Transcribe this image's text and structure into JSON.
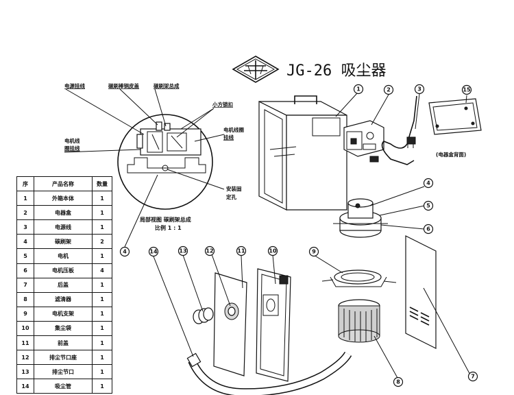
{
  "title": "JG-26 吸尘器",
  "callouts": [
    "1",
    "2",
    "3",
    "4",
    "5",
    "6",
    "7",
    "8",
    "9",
    "10",
    "11",
    "12",
    "13",
    "14",
    "15"
  ],
  "detail_labels": {
    "power_wire": "电源挂线",
    "brush_cap": "碳刷棒铜皮盖",
    "brush_holder": "碳刷架总成",
    "square_clip": "小方锁扣",
    "motor_coil_line_1": "电机线圈",
    "motor_coil_line_2": "挂线",
    "motor_wire_line_1": "电机线",
    "motor_wire_line_2": "圈挂线",
    "mount_hole_line_1": "安装固",
    "mount_hole_line_2": "定孔",
    "view_caption_line_1": "局部视图  碳刷架总成",
    "view_caption_line_2": "比例 1 : 1"
  },
  "box_back_caption": "(电器盒背面)",
  "parts_table": {
    "headers": [
      "序",
      "产品名称",
      "数量"
    ],
    "rows": [
      [
        "1",
        "外箱本体",
        "1"
      ],
      [
        "2",
        "电器盒",
        "1"
      ],
      [
        "3",
        "电源线",
        "1"
      ],
      [
        "4",
        "碳刷架",
        "2"
      ],
      [
        "5",
        "电机",
        "1"
      ],
      [
        "6",
        "电机压板",
        "4"
      ],
      [
        "7",
        "后盖",
        "1"
      ],
      [
        "8",
        "滤清器",
        "1"
      ],
      [
        "9",
        "电机支架",
        "1"
      ],
      [
        "10",
        "集尘袋",
        "1"
      ],
      [
        "11",
        "前盖",
        "1"
      ],
      [
        "12",
        "排尘节口座",
        "1"
      ],
      [
        "13",
        "排尘节口",
        "1"
      ],
      [
        "14",
        "吸尘管",
        "1"
      ]
    ]
  }
}
